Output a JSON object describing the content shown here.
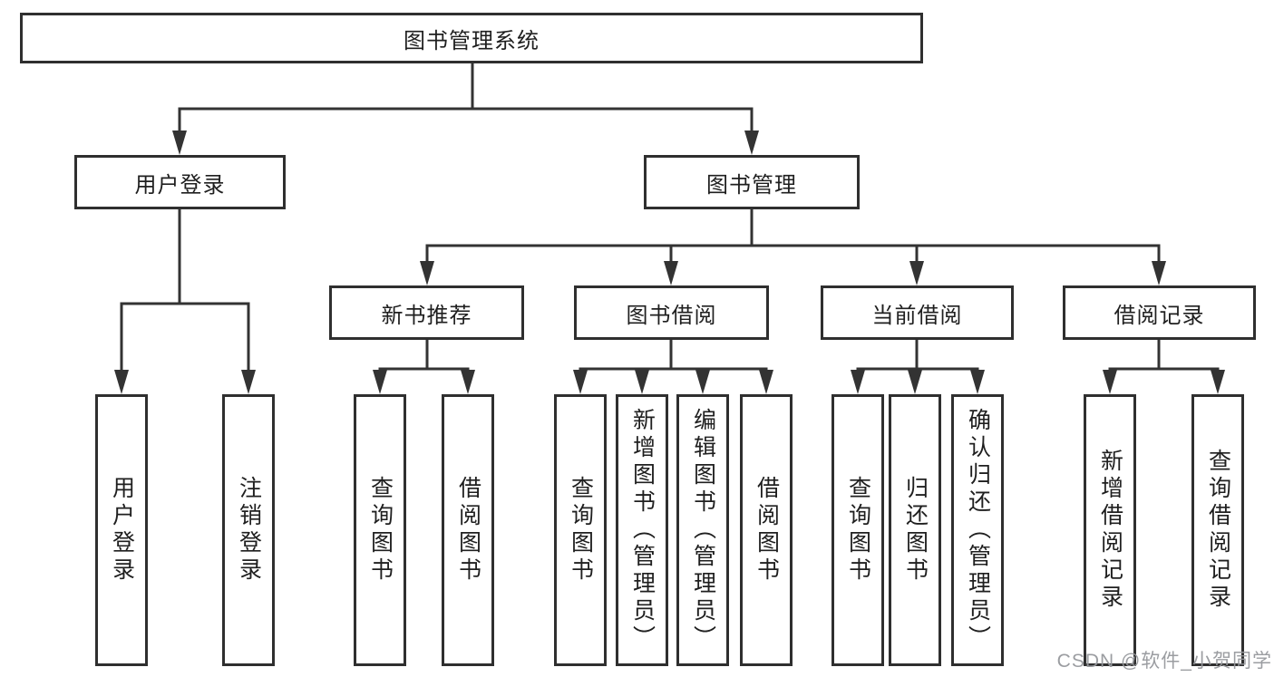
{
  "tree": {
    "root": {
      "label": "图书管理系统"
    },
    "branches": [
      {
        "label": "用户登录",
        "children": [
          {
            "label": "用户登录"
          },
          {
            "label": "注销登录"
          }
        ]
      },
      {
        "label": "图书管理",
        "children": [
          {
            "label": "新书推荐",
            "children": [
              {
                "label": "查询图书"
              },
              {
                "label": "借阅图书"
              }
            ]
          },
          {
            "label": "图书借阅",
            "children": [
              {
                "label": "查询图书"
              },
              {
                "label": "新增图书（管理员）"
              },
              {
                "label": "编辑图书（管理员）"
              },
              {
                "label": "借阅图书"
              }
            ]
          },
          {
            "label": "当前借阅",
            "children": [
              {
                "label": "查询图书"
              },
              {
                "label": "归还图书"
              },
              {
                "label": "确认归还（管理员）"
              }
            ]
          },
          {
            "label": "借阅记录",
            "children": [
              {
                "label": "新增借阅记录"
              },
              {
                "label": "查询借阅记录"
              }
            ]
          }
        ]
      }
    ]
  },
  "watermark": {
    "text": "CSDN @软件_小贺同学"
  },
  "colors": {
    "line": "#333333",
    "box_border": "#2f2f2f",
    "text": "#1f1f1f",
    "background": "#ffffff",
    "watermark": "#96989c"
  }
}
